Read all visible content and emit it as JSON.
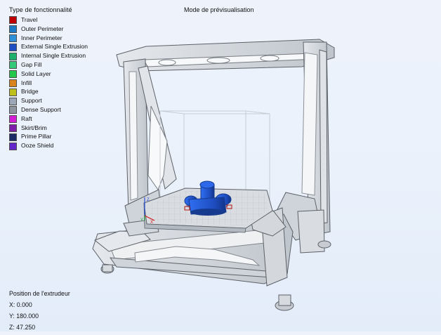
{
  "legend": {
    "title": "Type de fonctionnalité",
    "items": [
      {
        "label": "Travel",
        "color": "#c00000"
      },
      {
        "label": "Outer Perimeter",
        "color": "#1c79c5"
      },
      {
        "label": "Inner Perimeter",
        "color": "#2f8fd8"
      },
      {
        "label": "External Single Extrusion",
        "color": "#1f4ec2"
      },
      {
        "label": "Internal Single Extrusion",
        "color": "#1cb06c"
      },
      {
        "label": "Gap Fill",
        "color": "#34c979"
      },
      {
        "label": "Solid Layer",
        "color": "#23c84c"
      },
      {
        "label": "Infill",
        "color": "#d8831d"
      },
      {
        "label": "Bridge",
        "color": "#bdbf1d"
      },
      {
        "label": "Support",
        "color": "#9ca7b7"
      },
      {
        "label": "Dense Support",
        "color": "#8e95a0"
      },
      {
        "label": "Raft",
        "color": "#d21fd6"
      },
      {
        "label": "Skirt/Brim",
        "color": "#7f1ea8"
      },
      {
        "label": "Prime Pillar",
        "color": "#1c2b65"
      },
      {
        "label": "Ooze Shield",
        "color": "#6325c9"
      }
    ]
  },
  "preview_mode": {
    "label": "Mode de prévisualisation"
  },
  "extruder_position": {
    "title": "Position de l'extrudeur",
    "x": "X: 0.000",
    "y": "Y: 180.000",
    "z": "Z: 47.250"
  },
  "axes": {
    "x_label": "X",
    "y_label": "Y",
    "z_label": "Z"
  },
  "colors": {
    "background": "#eaf1fb",
    "frame": "#d4d8dd",
    "frame_edge": "#5c6168",
    "bed": "#d9dde2",
    "grid": "#a8afb8",
    "model": "#1f4ec2",
    "axis_x": "#d21a1a",
    "axis_y": "#1ca43e",
    "axis_z": "#2b4ed9"
  }
}
